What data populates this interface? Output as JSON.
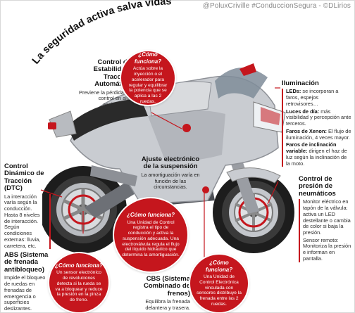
{
  "credit": "@PoluxCriville #ConduccionSegura - ©DLirios",
  "title": "La seguridad activa salva vidas",
  "estabilidad": {
    "heading": "Control de Estabilidad/ Tracción Automática",
    "text": "Previene la pérdida de control en alta aceleración."
  },
  "bubble_estabilidad": {
    "q": "¿Cómo funciona?",
    "text": "Actúa sobre la inyección o el acelerador para regular y equilibrar la potencia que se aplica a las 2 ruedas."
  },
  "iluminacion": {
    "heading": "Iluminación",
    "leds_label": "LEDs:",
    "leds_text": "se incorporan a faros, espejos retrovisores…",
    "dia_label": "Luces de día:",
    "dia_text": "más visibilidad y percepción ante terceros.",
    "xenon_label": "Faros de Xenon:",
    "xenon_text": "El flujo de iluminación, 4 veces mayor.",
    "incl_label": "Faros de inclinación variable:",
    "incl_text": "dirigen el haz de luz según la inclinación de la moto."
  },
  "dtc": {
    "heading": "Control Dinámico de Tracción (DTC)",
    "text": "La interacción varía según la conducción. Hasta 8 niveles de interacción. Según condiciones externas: lluvia, carretera, etc."
  },
  "suspension": {
    "heading": "Ajuste electrónico de la suspensión",
    "text": "La amortiguación varía en función de las circunstancias."
  },
  "bubble_suspension": {
    "q": "¿Cómo funciona?",
    "text": "Una Unidad de Control registra el tipo de conducción y activa la suspensión adecuada. Una electroválvula regula el flujo del líquido hidráulico que determina la amortiguación."
  },
  "neumaticos": {
    "heading": "Control de presión de neumáticos",
    "p1": "Monitor eléctrico en tapón de la válvula: activa un LED destellante o cambia de color si baja la presión.",
    "p2": "Sensor remoto: Monitoriza la presión e informan en pantalla."
  },
  "abs": {
    "heading": "ABS (Sistema de frenada antibloqueo)",
    "text": "Impide el bloqueo de ruedas en frenadas de emergencia o superficies deslizantes."
  },
  "bubble_abs": {
    "q": "¿Cómo funciona?",
    "text": "Un sensor electrónico de revoluciones detecta si la rueda se va a bloquear y reduce la presión en la pinza de freno."
  },
  "cbs": {
    "heading": "CBS (Sistema Combinado de frenos)",
    "text": "Equilibra la frenada delantera y trasera."
  },
  "bubble_cbs": {
    "q": "¿Cómo funciona?",
    "text": "Una Unidad de Control Electrónica vinculada con sensores distribuye la frenada entre las 2 ruedas."
  },
  "colors": {
    "accent": "#c5161d",
    "body": "#c9ccd1",
    "dark": "#2a2a2a"
  }
}
